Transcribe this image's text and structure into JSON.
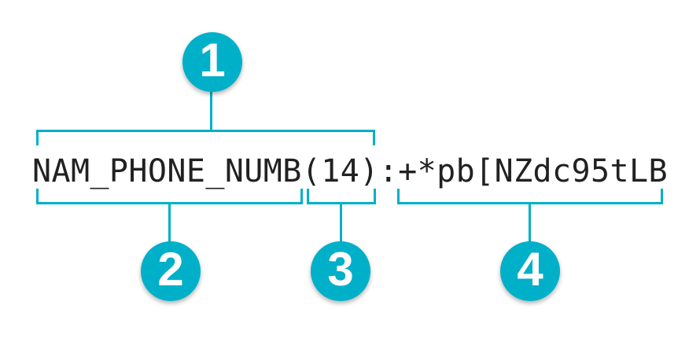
{
  "token_example": {
    "full_string": "NAM_PHONE_NUMB(14):+*pb[NZdc95tLB",
    "name": "NAM_PHONE_NUMB",
    "length": "(14)",
    "separator": ":",
    "value": "+*pb[NZdc95tLB"
  },
  "callouts": [
    {
      "label": "1"
    },
    {
      "label": "2"
    },
    {
      "label": "3"
    },
    {
      "label": "4"
    }
  ],
  "colors": {
    "accent_teal": "#00b0c8",
    "text_dark": "#212121",
    "badge_number_white": "#ffffff",
    "background": "#ffffff"
  }
}
